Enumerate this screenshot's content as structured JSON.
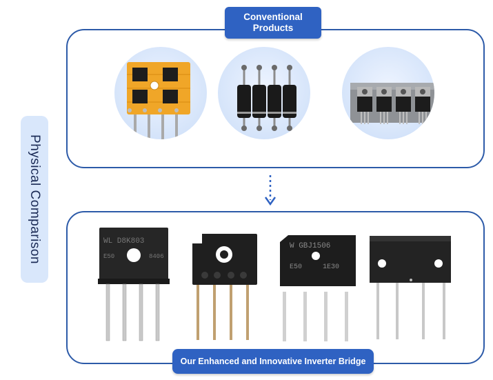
{
  "side_label": "Physical Comparison",
  "top_badge": "Conventional Products",
  "bottom_badge": "Our Enhanced and Innovative Inverter Bridge",
  "bridges": [
    {
      "marking_line1": "WL D8K803",
      "marking_line2a": "E50",
      "marking_line2b": "8406"
    },
    {},
    {
      "marking_line1": "W  GBJ1506",
      "marking_line2a": "E50",
      "marking_line2b": "1E30"
    },
    {}
  ],
  "colors": {
    "accent": "#2f62c2",
    "panel_border": "#2c5aa8",
    "side_pill": "#d9e7fb"
  }
}
